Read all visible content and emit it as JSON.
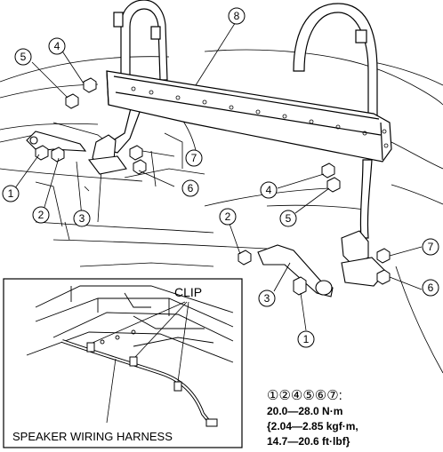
{
  "callouts": {
    "c1": "1",
    "c2": "2",
    "c3": "3",
    "c4": "4",
    "c5": "5",
    "c6": "6",
    "c7": "7",
    "c8": "8"
  },
  "inset": {
    "clip_label": "CLIP",
    "harness_label": "SPEAKER WIRING HARNESS"
  },
  "torque_spec": {
    "parts": "①②④⑤⑥⑦:",
    "metric": "20.0—28.0 N·m",
    "kgf": "{2.04—2.85 kgf·m,",
    "imperial": "14.7—20.6 ft·lbf}"
  }
}
